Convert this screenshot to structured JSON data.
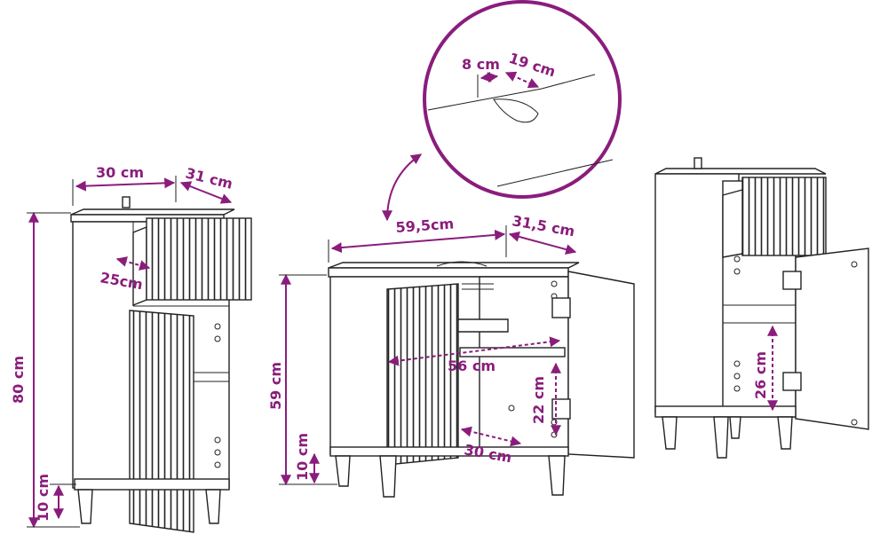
{
  "colors": {
    "accent": "#8a1d7c",
    "outline": "#222222",
    "background": "#ffffff"
  },
  "dims": {
    "left_width": "30 cm",
    "left_depth": "31 cm",
    "left_drawer_depth": "25cm",
    "left_height": "80 cm",
    "left_leg": "10 cm",
    "mid_width": "59,5cm",
    "mid_depth": "31,5 cm",
    "mid_inner_width": "56 cm",
    "mid_height": "59 cm",
    "mid_leg": "10 cm",
    "mid_shelf_height": "22 cm",
    "mid_shelf_depth": "30 cm",
    "cutout_width": "8 cm",
    "cutout_depth": "19 cm",
    "right_shelf_height": "26 cm"
  }
}
